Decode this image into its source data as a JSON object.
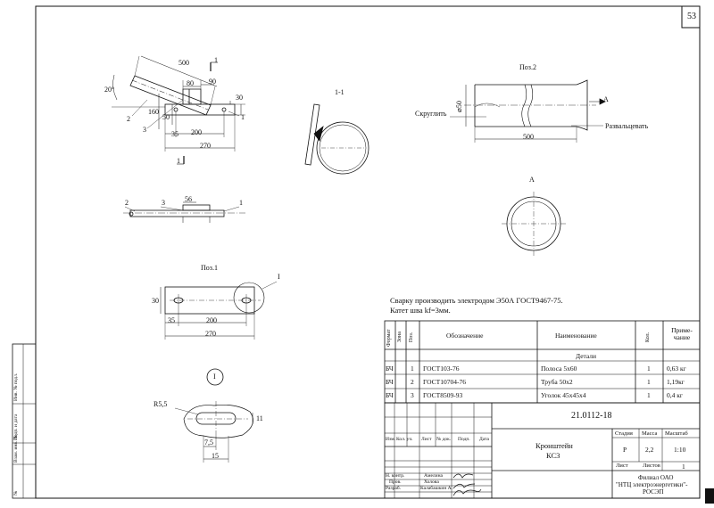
{
  "page_number": "53",
  "views": {
    "section_title": "1-1",
    "pos2_title": "Поз.2",
    "pos1_title": "Поз.1",
    "view_a_title": "A",
    "arrow_a_label": "A",
    "rounded_label": "Скруглить",
    "flare_label": "Развальцевать",
    "detail_marker": "I",
    "callout_marker": "I"
  },
  "dimensions": {
    "assembly": [
      "500",
      "80",
      "90",
      "30",
      "160",
      "50",
      "35",
      "200",
      "270",
      "20°",
      "1",
      "1",
      "2",
      "3",
      "1"
    ],
    "pos2": [
      "⌀50",
      "500"
    ],
    "side": [
      "56",
      "2",
      "3",
      "1"
    ],
    "pos1": [
      "30",
      "35",
      "200",
      "270"
    ],
    "detail": [
      "R5,5",
      "11",
      "7,5",
      "15"
    ]
  },
  "notes": {
    "line1": "Сварку производить электродом Э50А ГОСТ9467-75.",
    "line2": "Катет шва kf=3мм."
  },
  "spec": {
    "headers": {
      "format": "Формат",
      "zone": "Зона",
      "pos": "Поз.",
      "designation": "Обозначение",
      "name": "Наименование",
      "qty": "Кол.",
      "note": "Приме-чание"
    },
    "section": "Детали",
    "rows": [
      {
        "format": "БЧ",
        "pos": "1",
        "designation": "ГОСТ103-76",
        "name": "Полоса 5х60",
        "qty": "1",
        "note": "0,63 кг"
      },
      {
        "format": "БЧ",
        "pos": "2",
        "designation": "ГОСТ10704-76",
        "name": "Труба 50х2",
        "qty": "1",
        "note": "1,19кг"
      },
      {
        "format": "БЧ",
        "pos": "3",
        "designation": "ГОСТ8509-93",
        "name": "Уголок 45х45х4",
        "qty": "1",
        "note": "0,4 кг"
      }
    ]
  },
  "title_block": {
    "code": "21.0112-18",
    "title_line1": "Кронштейн",
    "title_line2": "КС3",
    "stage_label": "Стадия",
    "mass_label": "Масса",
    "scale_label": "Масштаб",
    "stage": "Р",
    "mass": "2,2",
    "scale": "1:10",
    "sheet_label": "Лист",
    "sheets_label": "Листов",
    "sheets": "1",
    "org_line1": "Филиал ОАО",
    "org_line2": "\"НТЦ электроэнергетики\"-",
    "org_line3": "РОСЭП",
    "columns": [
      "Изм.",
      "Кол. уч.",
      "Лист",
      "№ док.",
      "Подп.",
      "Дата"
    ],
    "signers": [
      {
        "role": "Н. контр.",
        "name": "Амелина"
      },
      {
        "role": "Пров.",
        "name": "Холова"
      },
      {
        "role": "Разраб.",
        "name": "Калабашкин А."
      }
    ]
  },
  "margin_stamp": {
    "labels": [
      "Инв. № подл.",
      "Подп. и дата",
      "Взам. инв. №",
      "№"
    ]
  }
}
